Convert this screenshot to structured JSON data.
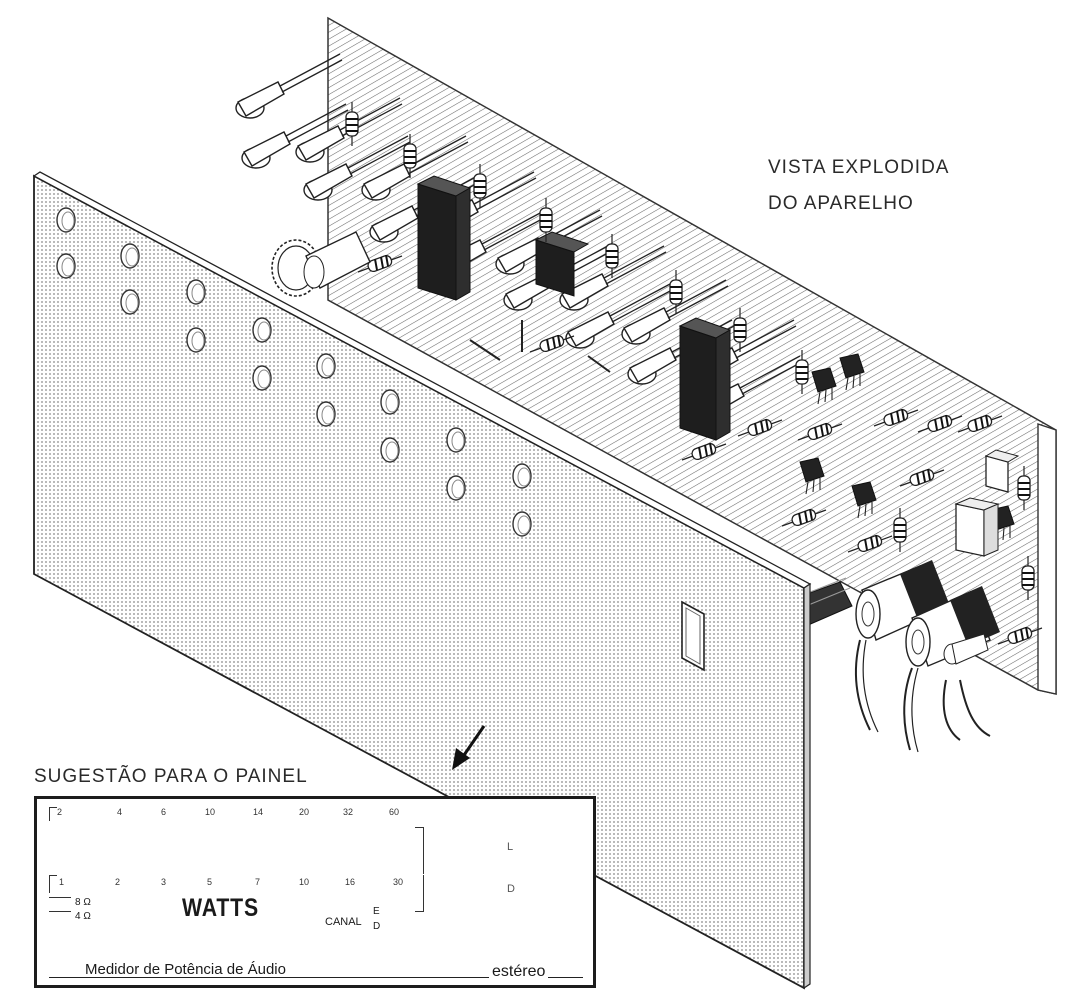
{
  "labels": {
    "vista_line1": "VISTA EXPLODIDA",
    "vista_line2": "DO APARELHO",
    "suggestion": "SUGESTÃO PARA O PAINEL"
  },
  "panel": {
    "top_scale": [
      "2",
      "4",
      "6",
      "10",
      "14",
      "20",
      "32",
      "60"
    ],
    "bottom_scale": [
      "1",
      "2",
      "3",
      "5",
      "7",
      "10",
      "16",
      "30"
    ],
    "ohm_8": "8 Ω",
    "ohm_4": "4 Ω",
    "watts": "WATTS",
    "canal": "CANAL",
    "canal_e": "E",
    "canal_d": "D",
    "channel_l": "L",
    "channel_d": "D",
    "title": "Medidor de Potência de Áudio",
    "stereo": "estéreo"
  },
  "colors": {
    "ink": "#1a1a1a",
    "pcb_hatch": "#555555",
    "panel_dots": "#9a9a9a"
  }
}
